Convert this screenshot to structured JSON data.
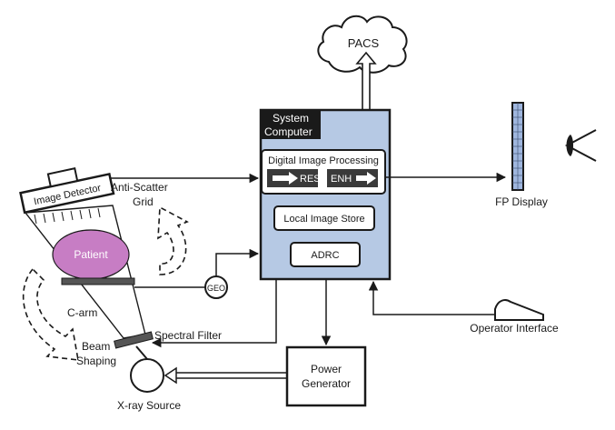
{
  "labels": {
    "pacs": "PACS",
    "system_computer_line1": "System",
    "system_computer_line2": "Computer",
    "digital_image_processing": "Digital Image Processing",
    "res": "RES",
    "enh": "ENH",
    "local_image_store": "Local Image Store",
    "adrc": "ADRC",
    "fp_display": "FP Display",
    "operator_interface": "Operator Interface",
    "power_generator_line1": "Power",
    "power_generator_line2": "Generator",
    "image_detector": "Image Detector",
    "anti_scatter_line1": "Anti-Scatter",
    "anti_scatter_line2": "Grid",
    "patient": "Patient",
    "geo": "GEO",
    "c_arm": "C-arm",
    "spectral_filter": "Spectral Filter",
    "beam_line1": "Beam",
    "beam_line2": "Shaping",
    "xray_source": "X-ray Source"
  },
  "colors": {
    "system_computer_fill": "#b6c9e4",
    "patient_fill": "#c77dc4",
    "stroke": "#1a1a1a",
    "dark_block": "#3a3a3a",
    "display_fill": "#9fb6de"
  }
}
